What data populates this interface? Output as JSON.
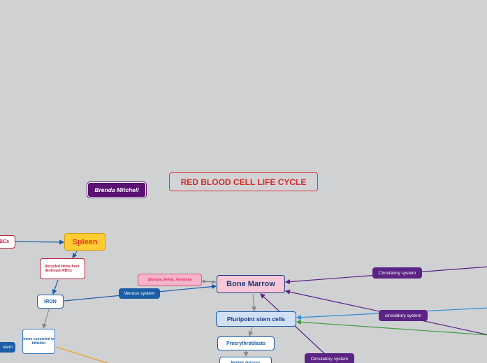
{
  "title": "RED BLOOD CELL LIFE CYCLE",
  "author": "Brenda Mitchell",
  "nodes": {
    "spleen": "Spleen",
    "rbcs": "BCs",
    "recycled_heme": "Recycled Heme from destroyed RBCs",
    "iron": "IRON",
    "heme_converted": "heme converted to bilirubin",
    "system_left": "stem",
    "venous_system": "Venous system",
    "sternum": "Sternum, Pelvis, Vertebrae",
    "bone_marrow": "Bone Marrow",
    "pluripoint": "Pluripoint stem cells",
    "procrythroblasts": "Procrythroblasts",
    "multiple_divisions": "Multiple divisions",
    "circulatory_1": "Circulatory system",
    "circulatory_2": "circulatory system",
    "circulatory_3": "Circulatory system"
  },
  "colors": {
    "background": "#d0d1d3",
    "blue_link": "#1c5da6",
    "purple_link": "#5b2384",
    "gray_link": "#8a8a8a",
    "light_blue_link": "#2d8fd8",
    "green_link": "#3e9b3e",
    "orange_link": "#f0a020"
  }
}
